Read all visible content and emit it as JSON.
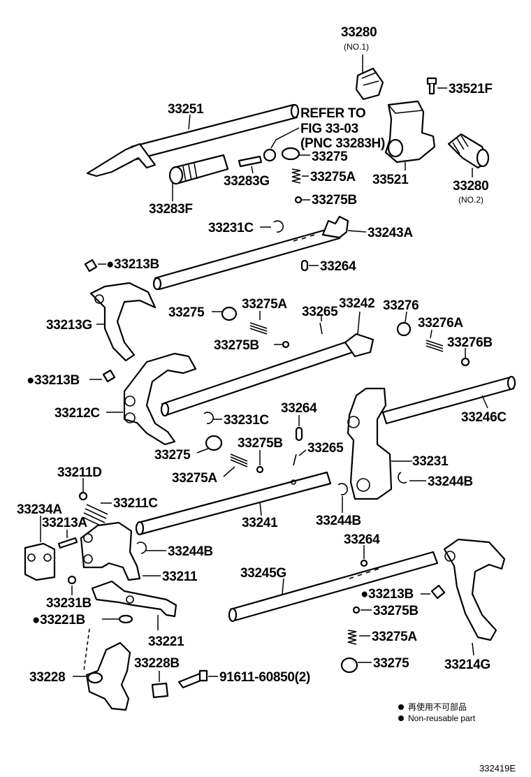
{
  "figure_code": "332419E",
  "legend": {
    "bullet": "●",
    "line1": "再使用不可部品",
    "line2": "Non-reusable part"
  },
  "reference_note": {
    "line1": "REFER TO",
    "line2": "FIG 33-03",
    "line3": "(PNC 33283H)"
  },
  "labels": {
    "p33280_1": "33280",
    "p33280_1_sub": "(NO.1)",
    "p33521F": "33521F",
    "p33251": "33251",
    "p33275_a": "33275",
    "p33275A_a": "33275A",
    "p33275B_a": "33275B",
    "p33283G": "33283G",
    "p33283F": "33283F",
    "p33521": "33521",
    "p33280_2": "33280",
    "p33280_2_sub": "(NO.2)",
    "p33231C_a": "33231C",
    "p33243A": "33243A",
    "p33213B_a": "●33213B",
    "p33264_a": "33264",
    "p33275_b": "33275",
    "p33275A_b": "33275A",
    "p33265_a": "33265",
    "p33242": "33242",
    "p33276": "33276",
    "p33276A": "33276A",
    "p33213G": "33213G",
    "p33275B_b": "33275B",
    "p33276B": "33276B",
    "p33213B_b": "●33213B",
    "p33212C": "33212C",
    "p33231C_b": "33231C",
    "p33264_b": "33264",
    "p33246C": "33246C",
    "p33275_c": "33275",
    "p33275B_c": "33275B",
    "p33265_b": "33265",
    "p33275A_c": "33275A",
    "p33231": "33231",
    "p33211D": "33211D",
    "p33244B_a": "33244B",
    "p33234A": "33234A",
    "p33211C": "33211C",
    "p33213A": "33213A",
    "p33241": "33241",
    "p33244B_b": "33244B",
    "p33244B_c": "33244B",
    "p33264_c": "33264",
    "p33211": "33211",
    "p33245G": "33245G",
    "p33231B": "33231B",
    "p33213B_c": "●33213B",
    "p33221B": "●33221B",
    "p33275B_d": "33275B",
    "p33221": "33221",
    "p33275A_d": "33275A",
    "p33214G": "33214G",
    "p33228": "33228",
    "p33228B": "33228B",
    "p91611": "91611-60850(2)",
    "p33275_d": "33275"
  }
}
